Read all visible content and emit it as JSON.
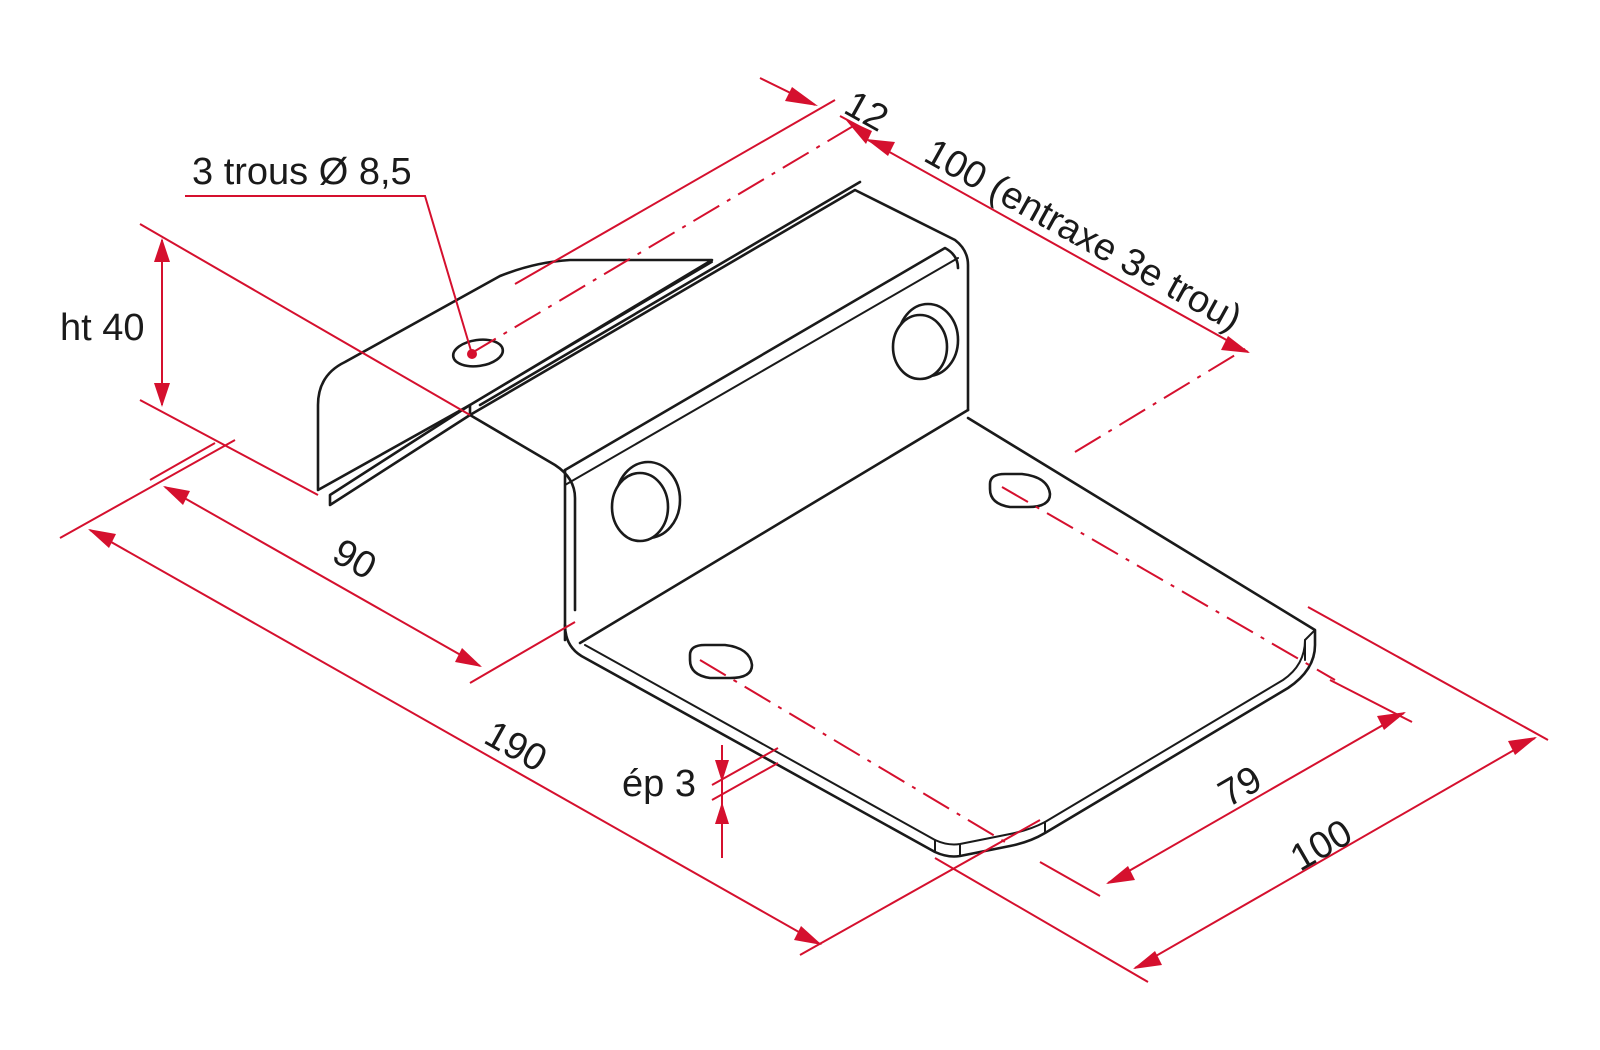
{
  "colors": {
    "dimension": "#d5102e",
    "outline": "#1a1a1a",
    "background": "#ffffff"
  },
  "labels": {
    "holes": "3 trous Ø 8,5",
    "height": "ht 40",
    "top_offset": "12",
    "hole_spacing": "100 (entraxe 3e trou)",
    "width_90": "90",
    "length_190": "190",
    "thickness": "ép 3",
    "slot_79": "79",
    "depth_100": "100"
  },
  "icons": {
    "hole": "round-hole-icon",
    "slot": "slotted-hole-icon",
    "boss": "round-stud-icon"
  }
}
